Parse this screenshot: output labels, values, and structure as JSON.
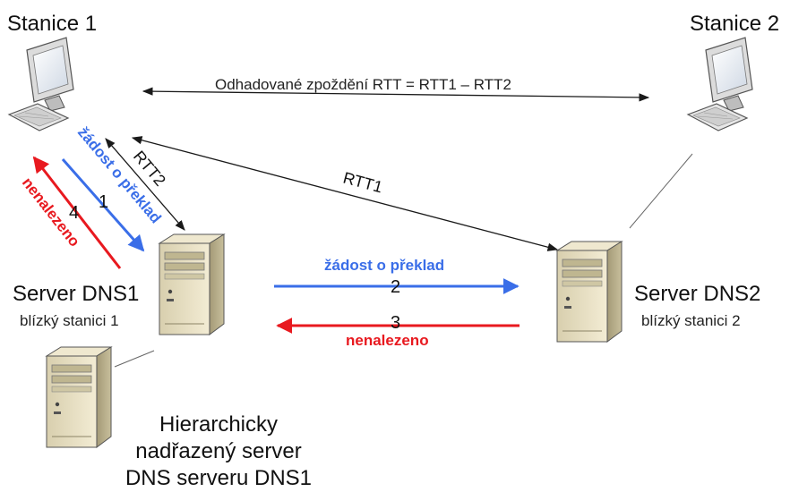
{
  "nodes": {
    "station1": {
      "title": "Stanice 1",
      "icon": "desktop-computer-icon"
    },
    "station2": {
      "title": "Stanice 2",
      "icon": "desktop-computer-icon"
    },
    "dns1": {
      "title": "Server DNS1",
      "subtitle": "blízký stanici 1",
      "icon": "tower-server-icon"
    },
    "dns2": {
      "title": "Server DNS2",
      "subtitle": "blízký stanici 2",
      "icon": "tower-server-icon"
    },
    "parent": {
      "lines": [
        "Hierarchicky",
        "nadřazený server",
        "DNS serveru DNS1"
      ],
      "icon": "tower-server-icon"
    }
  },
  "edges": {
    "estimate": {
      "label": "Odhadované zpoždění RTT = RTT1 – RTT2"
    },
    "rtt1": {
      "label": "RTT1"
    },
    "rtt2": {
      "label": "RTT2"
    },
    "step1": {
      "number": "1",
      "label": "žádost o překlad",
      "color": "#3a6ee8"
    },
    "step2": {
      "number": "2",
      "label": "žádost o překlad",
      "color": "#3a6ee8"
    },
    "step3": {
      "number": "3",
      "label": "nenalezeno",
      "color": "#e8191f"
    },
    "step4": {
      "number": "4",
      "label": "nenalezeno",
      "color": "#e8191f"
    }
  },
  "colors": {
    "request": "#3a6ee8",
    "notfound": "#e8191f",
    "line": "#1a1a1a"
  }
}
